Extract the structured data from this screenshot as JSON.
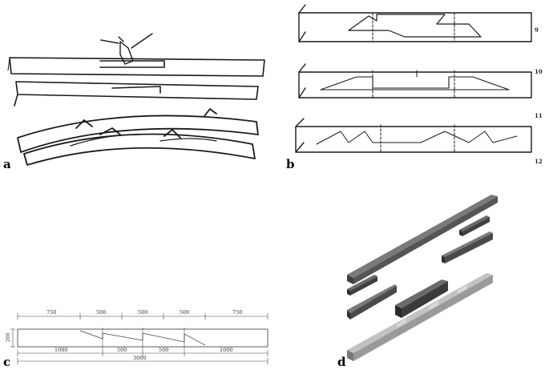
{
  "panels": {
    "a": {
      "label": "a"
    },
    "b": {
      "label": "b",
      "figure_numbers": [
        "9",
        "10",
        "11",
        "12"
      ]
    },
    "c": {
      "label": "c",
      "top_dimensions": [
        "750",
        "500",
        "500",
        "500",
        "750"
      ],
      "height_dimension": "200",
      "bottom_dimensions": [
        "1000",
        "500",
        "500",
        "1000"
      ],
      "total_dimension": "3000"
    },
    "d": {
      "label": "d"
    }
  },
  "colors": {
    "ink": "#1a1a1a",
    "beam_dark_top": "#6a6a6a",
    "beam_dark_side": "#3f3f3f",
    "beam_light_top": "#bdbdbd",
    "beam_light_side": "#8e8e8e"
  }
}
